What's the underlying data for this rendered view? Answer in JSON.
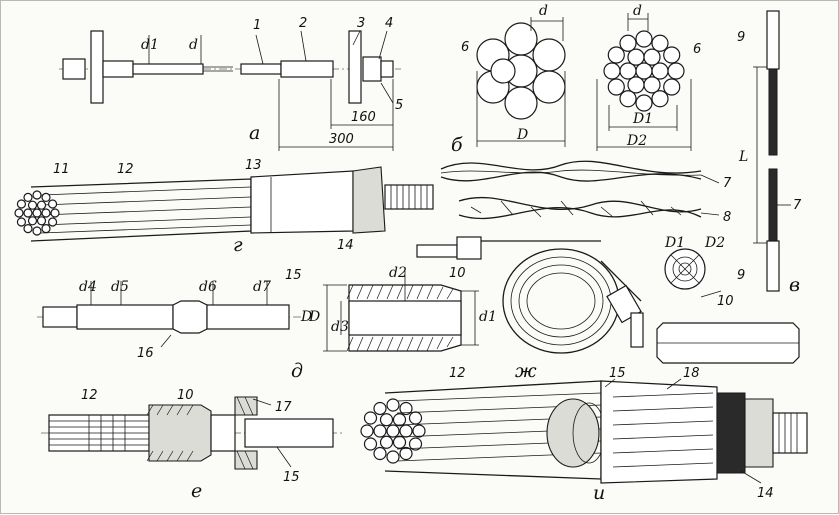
{
  "figure_letters": {
    "a": "а",
    "b": "б",
    "v": "в",
    "g": "г",
    "d": "д",
    "zh": "ж",
    "e": "е",
    "i": "и"
  },
  "labels": {
    "n1": "1",
    "n2": "2",
    "n3": "3",
    "n4": "4",
    "n5": "5",
    "n6a": "6",
    "n6b": "6",
    "n7a": "7",
    "n7b": "7",
    "n8": "8",
    "n9a": "9",
    "n9b": "9",
    "n10a": "10",
    "n10b": "10",
    "n10c": "10",
    "n11": "11",
    "n12a": "12",
    "n12b": "12",
    "n12c": "12",
    "n13": "13",
    "n14a": "14",
    "n14b": "14",
    "n15a": "15",
    "n15b": "15",
    "n15c": "15",
    "n16": "16",
    "n17": "17",
    "n18": "18"
  },
  "dimensions": {
    "d": "d",
    "d1": "d1",
    "d_b": "d",
    "d_c": "d",
    "D_b": "D",
    "D1_c": "D1",
    "D2_c": "D2",
    "dim160": "160",
    "dim300": "300",
    "L": "L",
    "D1_v": "D1",
    "D2_v": "D2",
    "d4": "d4",
    "d5": "d5",
    "d6": "d6",
    "d7": "d7",
    "D_d": "D",
    "d2_sleeve": "d2",
    "d3_sleeve": "d3",
    "D_sleeve": "D",
    "d1_sleeve": "d1"
  },
  "colors": {
    "ink": "#1a1a1a",
    "paper": "#fbfbf8"
  }
}
